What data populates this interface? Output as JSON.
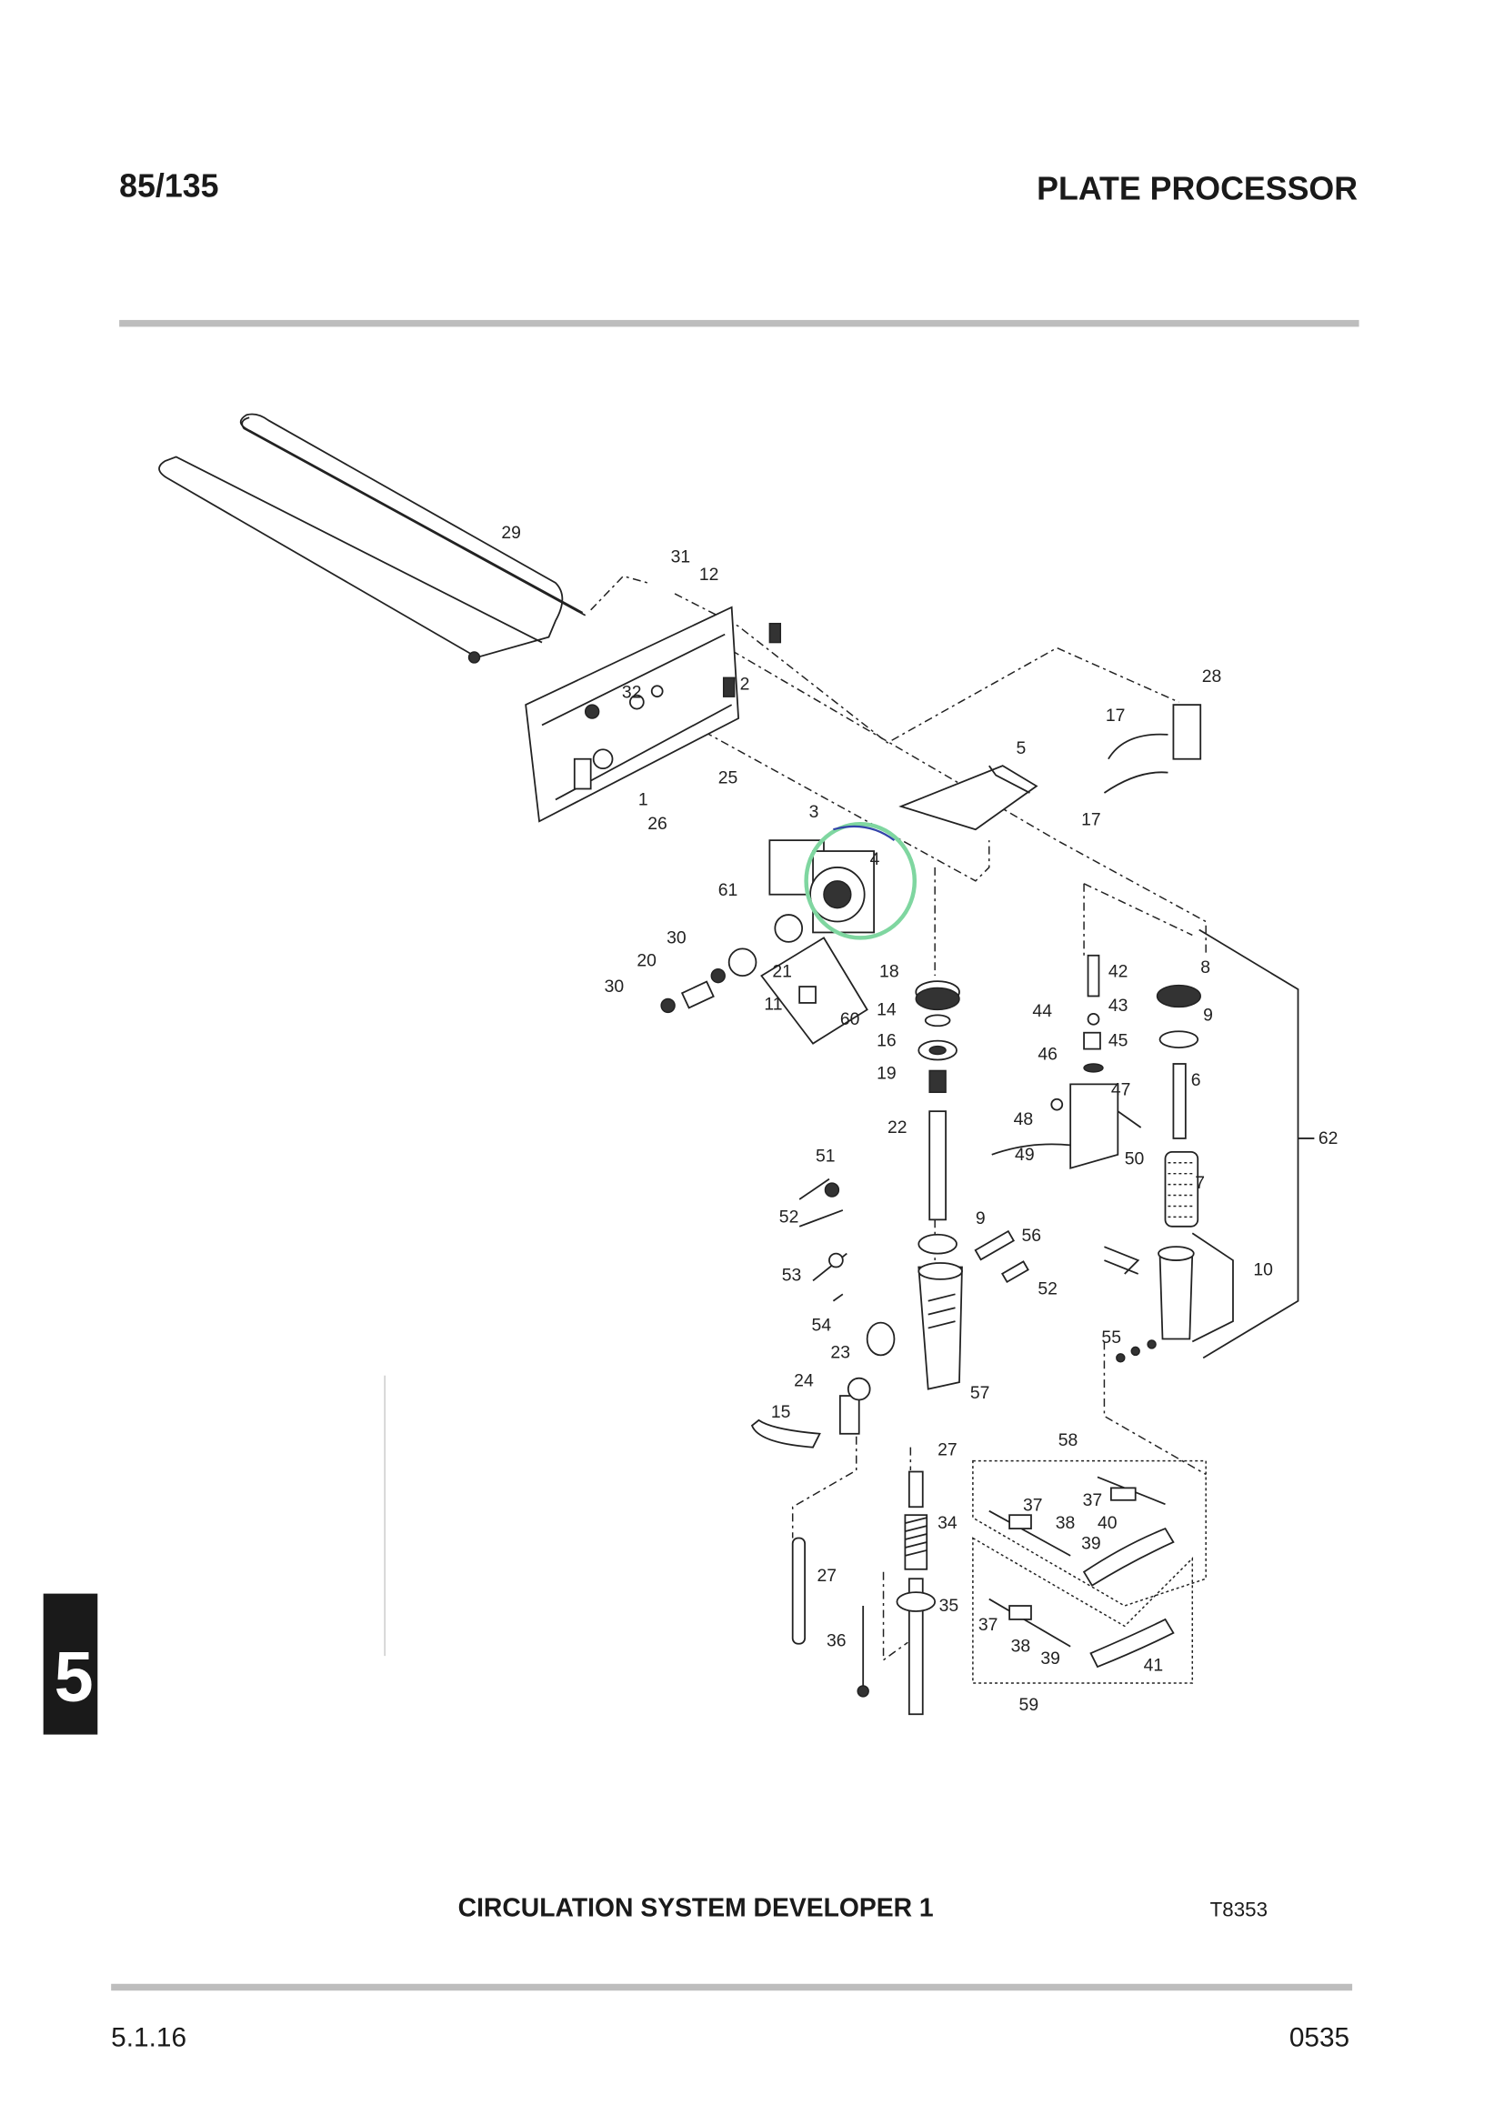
{
  "header": {
    "model": "85/135",
    "title": "PLATE PROCESSOR"
  },
  "section_tab": "5",
  "figure": {
    "caption": "CIRCULATION SYSTEM DEVELOPER 1",
    "code": "T8353",
    "callouts": [
      "29",
      "31",
      "12",
      "2",
      "32",
      "25",
      "1",
      "26",
      "5",
      "28",
      "17",
      "17",
      "3",
      "4",
      "61",
      "30",
      "20",
      "30",
      "21",
      "11",
      "60",
      "18",
      "14",
      "16",
      "19",
      "22",
      "42",
      "43",
      "44",
      "45",
      "46",
      "47",
      "48",
      "49",
      "50",
      "8",
      "9",
      "6",
      "7",
      "62",
      "10",
      "51",
      "52",
      "9",
      "56",
      "52",
      "53",
      "54",
      "23",
      "55",
      "24",
      "57",
      "15",
      "27",
      "58",
      "37",
      "37",
      "40",
      "38",
      "39",
      "34",
      "27",
      "35",
      "37",
      "36",
      "38",
      "39",
      "41",
      "59"
    ]
  },
  "footer": {
    "section": "5.1.16",
    "page_code": "0535"
  },
  "colors": {
    "rule": "#a8a8a8",
    "tab": "#1a1a1a",
    "annotation_circle": "#7fd6a0",
    "annotation_pen": "#3344aa"
  }
}
